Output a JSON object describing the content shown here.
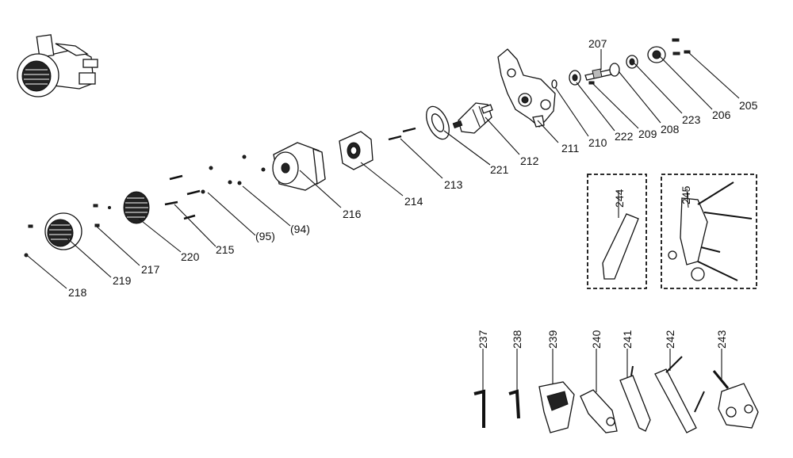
{
  "labels": {
    "p205": "205",
    "p206": "206",
    "p207": "207",
    "p208": "208",
    "p209": "209",
    "p210": "210",
    "p211": "211",
    "p212": "212",
    "p213": "213",
    "p214": "214",
    "p215": "215",
    "p216": "216",
    "p217": "217",
    "p218": "218",
    "p219": "219",
    "p220": "220",
    "p221": "221",
    "p222": "222",
    "p223": "223",
    "p94": "(94)",
    "p95": "(95)",
    "p237": "237",
    "p238": "238",
    "p239": "239",
    "p240": "240",
    "p241": "241",
    "p242": "242",
    "p243": "243",
    "p244": "244",
    "p245": "245"
  }
}
